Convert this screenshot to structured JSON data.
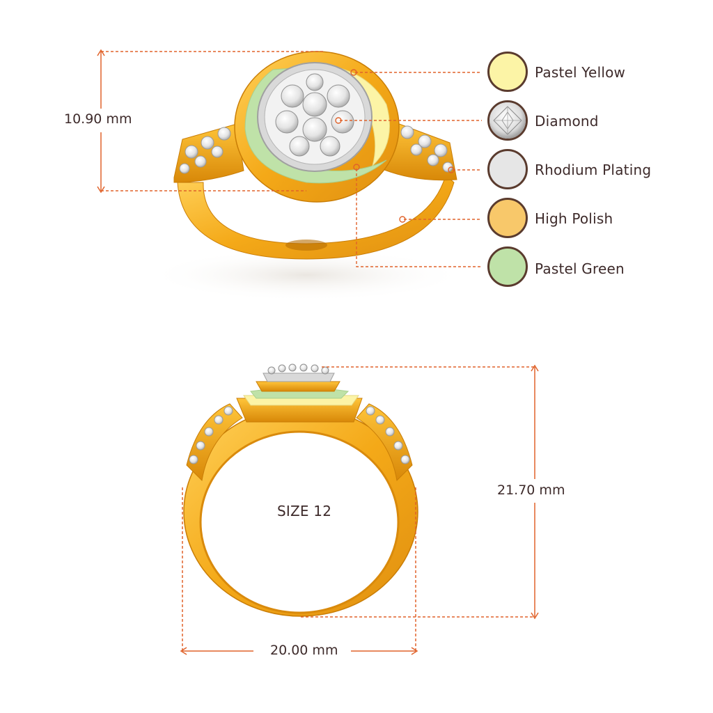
{
  "legend": [
    {
      "label": "Pastel Yellow",
      "color": "#fcf4a6",
      "icon": "color-swatch"
    },
    {
      "label": "Diamond",
      "color": "#f2f2f2",
      "icon": "diamond-icon"
    },
    {
      "label": "Rhodium Plating",
      "color": "#e6e6e6",
      "icon": "color-swatch"
    },
    {
      "label": "High Polish",
      "color": "#f8c86a",
      "icon": "color-swatch"
    },
    {
      "label": "Pastel Green",
      "color": "#bfe2a8",
      "icon": "color-swatch"
    }
  ],
  "dimensions": {
    "height_top": "10.90 mm",
    "height_front": "21.70 mm",
    "width_front": "20.00 mm"
  },
  "size_label": "SIZE 12",
  "colors": {
    "dimension_line": "#e0622a",
    "text": "#3d2a2a",
    "gold": "#f2a81c",
    "gold_dark": "#d98a0c"
  }
}
